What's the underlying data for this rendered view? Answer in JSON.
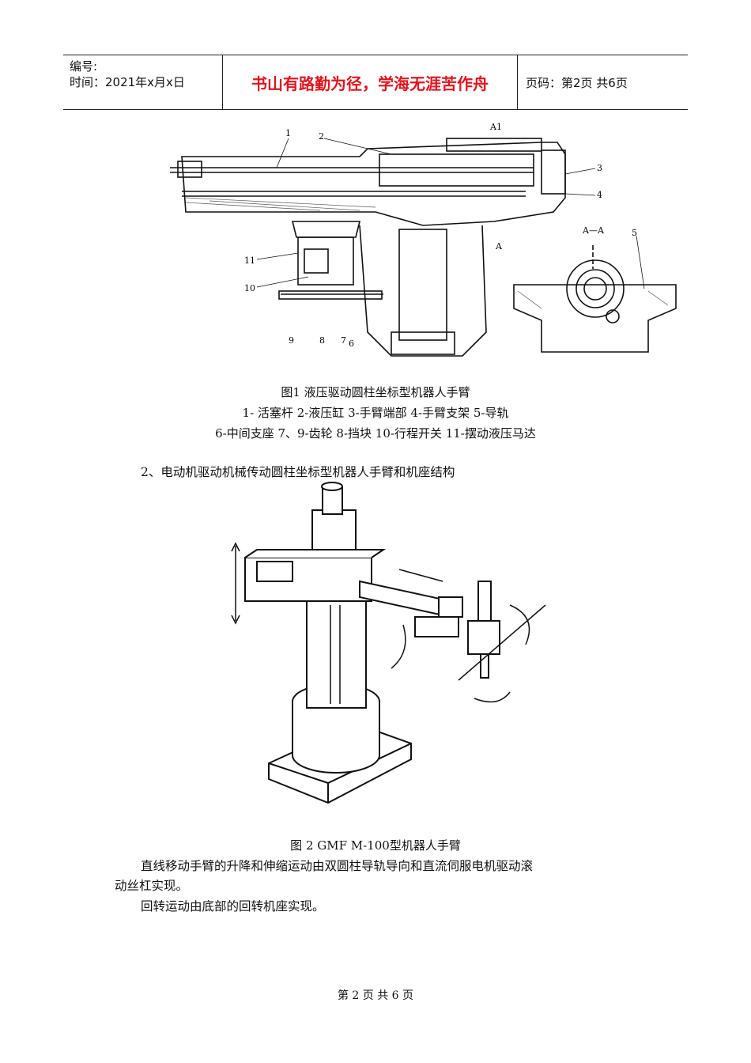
{
  "header": {
    "number_label": "编号:",
    "time_label": "时间：2021年x月x日",
    "motto": "书山有路勤为径，学海无涯苦作舟",
    "page_label": "页码：第2页  共6页"
  },
  "figure1": {
    "caption": "图1 液压驱动圆柱坐标型机器人手臂",
    "legend_line1": "1- 活塞杆 2-液压缸 3-手臂端部 4-手臂支架 5-导轨",
    "legend_line2": "6-中间支座 7、9-齿轮 8-挡块 10-行程开关 11-摆动液压马达",
    "labels": {
      "l1": "1",
      "l2": "2",
      "l3": "3",
      "l4": "4",
      "l5": "5",
      "l6": "6",
      "l7": "7",
      "l8": "8",
      "l9": "9",
      "l10": "10",
      "l11": "11",
      "a1": "A1",
      "aa": "A—A",
      "a": "A"
    }
  },
  "section2_heading": "2、电动机驱动机械传动圆柱坐标型机器人手臂和机座结构",
  "figure2": {
    "caption": "图 2 GMF M-100型机器人手臂"
  },
  "body": {
    "p1_line1": "直线移动手臂的升降和伸缩运动由双圆柱导轨导向和直流伺服电机驱动滚",
    "p1_line2": "动丝杠实现。",
    "p2": "回转运动由底部的回转机座实现。"
  },
  "footer": {
    "page_text": "第 2 页 共 6 页"
  }
}
